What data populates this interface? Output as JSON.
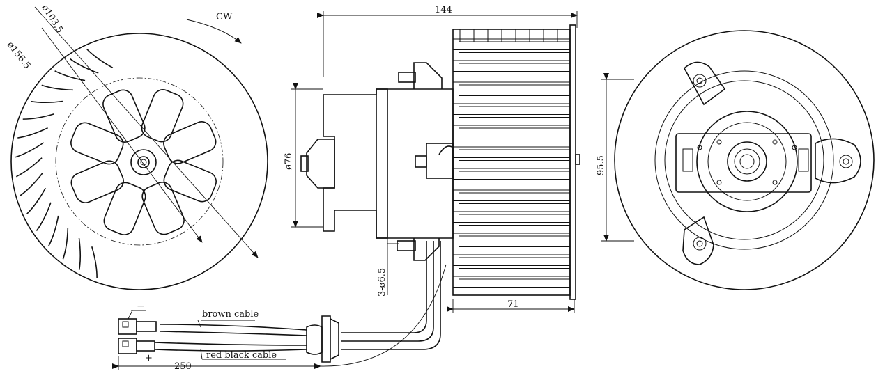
{
  "dimensions": {
    "overall_length": "144",
    "impeller_width": "71",
    "motor_diameter": "ø76",
    "housing_height": "95.5",
    "holes": "3-ø6.5",
    "cable_length": "250",
    "outer_diameter": "ø156.5",
    "inner_diameter": "ø103.5"
  },
  "labels": {
    "rotation": "CW",
    "cable_brown": "brown cable",
    "cable_red_black": "red black cable",
    "polarity_negative": "−",
    "polarity_positive": "+"
  },
  "colors": {
    "line": "#111111",
    "background": "#ffffff"
  }
}
